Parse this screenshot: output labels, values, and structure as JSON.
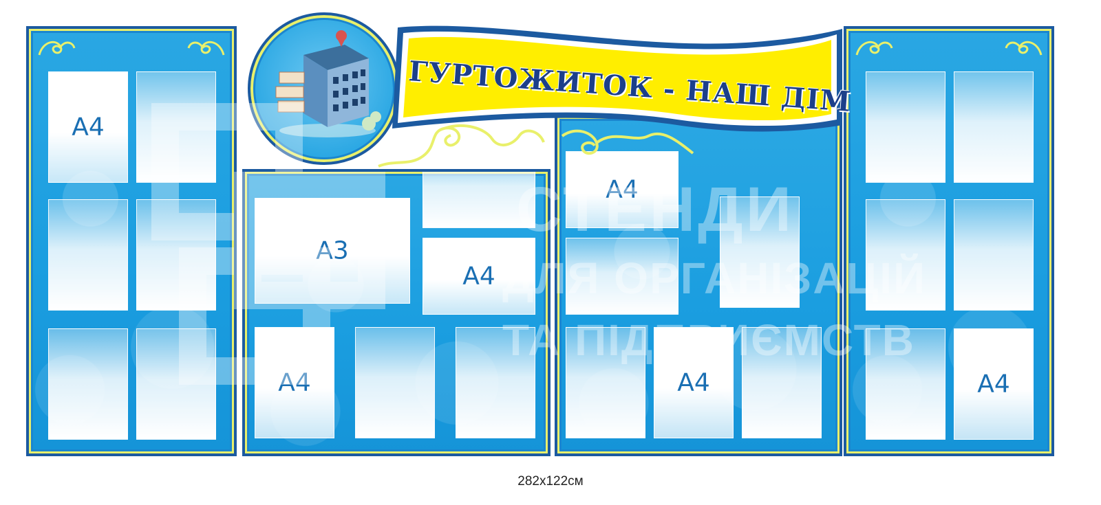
{
  "banner": {
    "title": "ГУРТОЖИТОК - НАШ ДІМ"
  },
  "pockets": {
    "left_top": "А4",
    "center_a3": "А3",
    "center_mid": "А4",
    "center_bottom": "А4",
    "right_center_top": "А4",
    "right_center_bottom": "А4",
    "right_bottom": "А4"
  },
  "watermark": {
    "line1": "СТЕНДИ",
    "line2": "ДЛЯ ОРГАНІЗАЦІЙ",
    "line3": "ТА ПІДПРИЄМСТВ"
  },
  "caption": {
    "size": "282x122см"
  },
  "colors": {
    "panel_blue": "#1b9ee0",
    "border_navy": "#1c5aa0",
    "accent_yellow": "#ffee00",
    "title_text": "#1c3f8a",
    "pocket_label": "#1a6fb3"
  },
  "icons": {
    "logo": "dormitory-building-icon",
    "ornament": "flourish-ornament-icon"
  }
}
